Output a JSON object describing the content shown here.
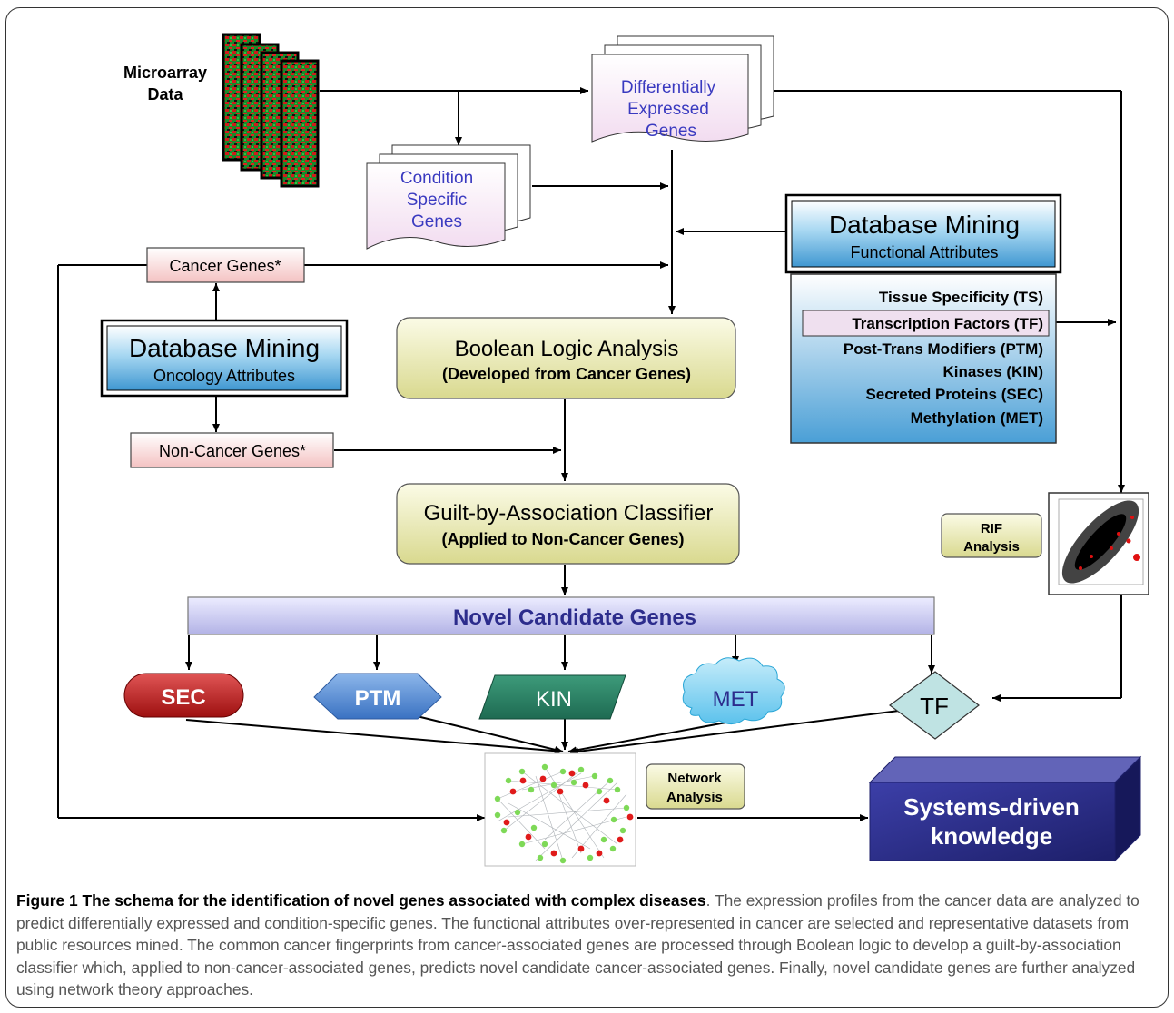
{
  "diagram": {
    "microarray_label": [
      "Microarray",
      "Data"
    ],
    "diff_expressed": [
      "Differentially",
      "Expressed",
      "Genes"
    ],
    "condition_specific": [
      "Condition",
      "Specific",
      "Genes"
    ],
    "cancer_genes": "Cancer Genes*",
    "non_cancer_genes": "Non-Cancer Genes*",
    "db_oncology": {
      "title": "Database Mining",
      "subtitle": "Oncology Attributes"
    },
    "db_functional": {
      "title": "Database Mining",
      "subtitle": "Functional Attributes"
    },
    "functional_attributes": [
      "Tissue Specificity (TS)",
      "Transcription Factors (TF)",
      "Post-Trans Modifiers (PTM)",
      "Kinases (KIN)",
      "Secreted Proteins (SEC)",
      "Methylation (MET)"
    ],
    "boolean": {
      "title": "Boolean Logic Analysis",
      "subtitle": "(Developed from Cancer Genes)"
    },
    "classifier": {
      "title": "Guilt-by-Association Classifier",
      "subtitle": "(Applied to Non-Cancer Genes)"
    },
    "novel_candidates": "Novel Candidate Genes",
    "shapes": {
      "sec": "SEC",
      "ptm": "PTM",
      "kin": "KIN",
      "met": "MET",
      "tf": "TF"
    },
    "rif": [
      "RIF",
      "Analysis"
    ],
    "network": [
      "Network",
      "Analysis"
    ],
    "systems": [
      "Systems-driven",
      "knowledge"
    ]
  },
  "caption": {
    "bold": "Figure 1 The schema for the identification of novel genes associated with complex diseases",
    "text": ". The expression profiles from the cancer data are analyzed to predict differentially expressed and condition-specific genes. The functional attributes over-represented in cancer are selected and representative datasets from public resources mined. The common cancer fingerprints from cancer-associated genes are processed through Boolean logic to develop a guilt-by-association classifier which, applied to non-cancer-associated genes, predicts novel candidate cancer-associated genes. Finally, novel candidate genes are further analyzed using network theory approaches."
  },
  "colors": {
    "db_box": "#4a9fd6",
    "yellow_box": "#e6e6a8",
    "pink_box": "#f6c8c8",
    "novel_bar": "#c4c4ee",
    "sec": "#c01c1c",
    "ptm": "#4d86d1",
    "kin": "#2a7d62",
    "met": "#7fd0f0",
    "tf": "#bfe3e3",
    "systems": "#27297f"
  }
}
